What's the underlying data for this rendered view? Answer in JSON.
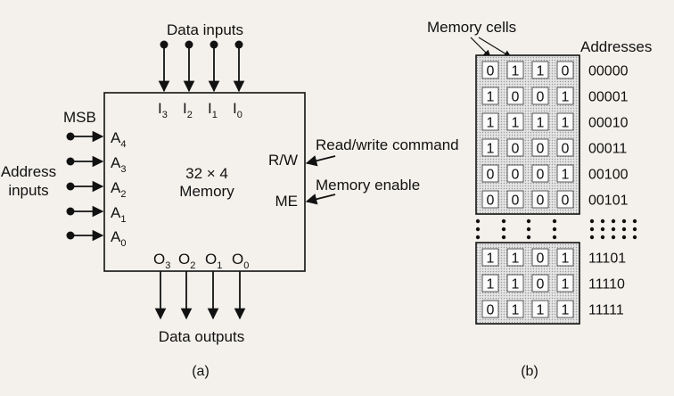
{
  "part_a": {
    "caption": "(a)",
    "data_inputs_label": "Data inputs",
    "data_outputs_label": "Data outputs",
    "msb_label": "MSB",
    "address_inputs_label": [
      "Address",
      "inputs"
    ],
    "chip": {
      "size_label": "32 × 4",
      "name_label": "Memory",
      "rw_pin": "R/W",
      "me_pin": "ME"
    },
    "input_pins": [
      {
        "base": "I",
        "sub": "3"
      },
      {
        "base": "I",
        "sub": "2"
      },
      {
        "base": "I",
        "sub": "1"
      },
      {
        "base": "I",
        "sub": "0"
      }
    ],
    "output_pins": [
      {
        "base": "O",
        "sub": "3"
      },
      {
        "base": "O",
        "sub": "2"
      },
      {
        "base": "O",
        "sub": "1"
      },
      {
        "base": "O",
        "sub": "0"
      }
    ],
    "address_pins": [
      {
        "base": "A",
        "sub": "4"
      },
      {
        "base": "A",
        "sub": "3"
      },
      {
        "base": "A",
        "sub": "2"
      },
      {
        "base": "A",
        "sub": "1"
      },
      {
        "base": "A",
        "sub": "0"
      }
    ],
    "read_write_label": "Read/write command",
    "memory_enable_label": "Memory enable"
  },
  "part_b": {
    "caption": "(b)",
    "memory_cells_label": "Memory cells",
    "addresses_label": "Addresses",
    "rows_top": [
      {
        "cells": [
          "0",
          "1",
          "1",
          "0"
        ],
        "address": "00000"
      },
      {
        "cells": [
          "1",
          "0",
          "0",
          "1"
        ],
        "address": "00001"
      },
      {
        "cells": [
          "1",
          "1",
          "1",
          "1"
        ],
        "address": "00010"
      },
      {
        "cells": [
          "1",
          "0",
          "0",
          "0"
        ],
        "address": "00011"
      },
      {
        "cells": [
          "0",
          "0",
          "0",
          "1"
        ],
        "address": "00100"
      },
      {
        "cells": [
          "0",
          "0",
          "0",
          "0"
        ],
        "address": "00101"
      }
    ],
    "rows_bottom": [
      {
        "cells": [
          "1",
          "1",
          "0",
          "1"
        ],
        "address": "11101"
      },
      {
        "cells": [
          "1",
          "1",
          "0",
          "1"
        ],
        "address": "11110"
      },
      {
        "cells": [
          "0",
          "1",
          "1",
          "1"
        ],
        "address": "11111"
      }
    ]
  }
}
